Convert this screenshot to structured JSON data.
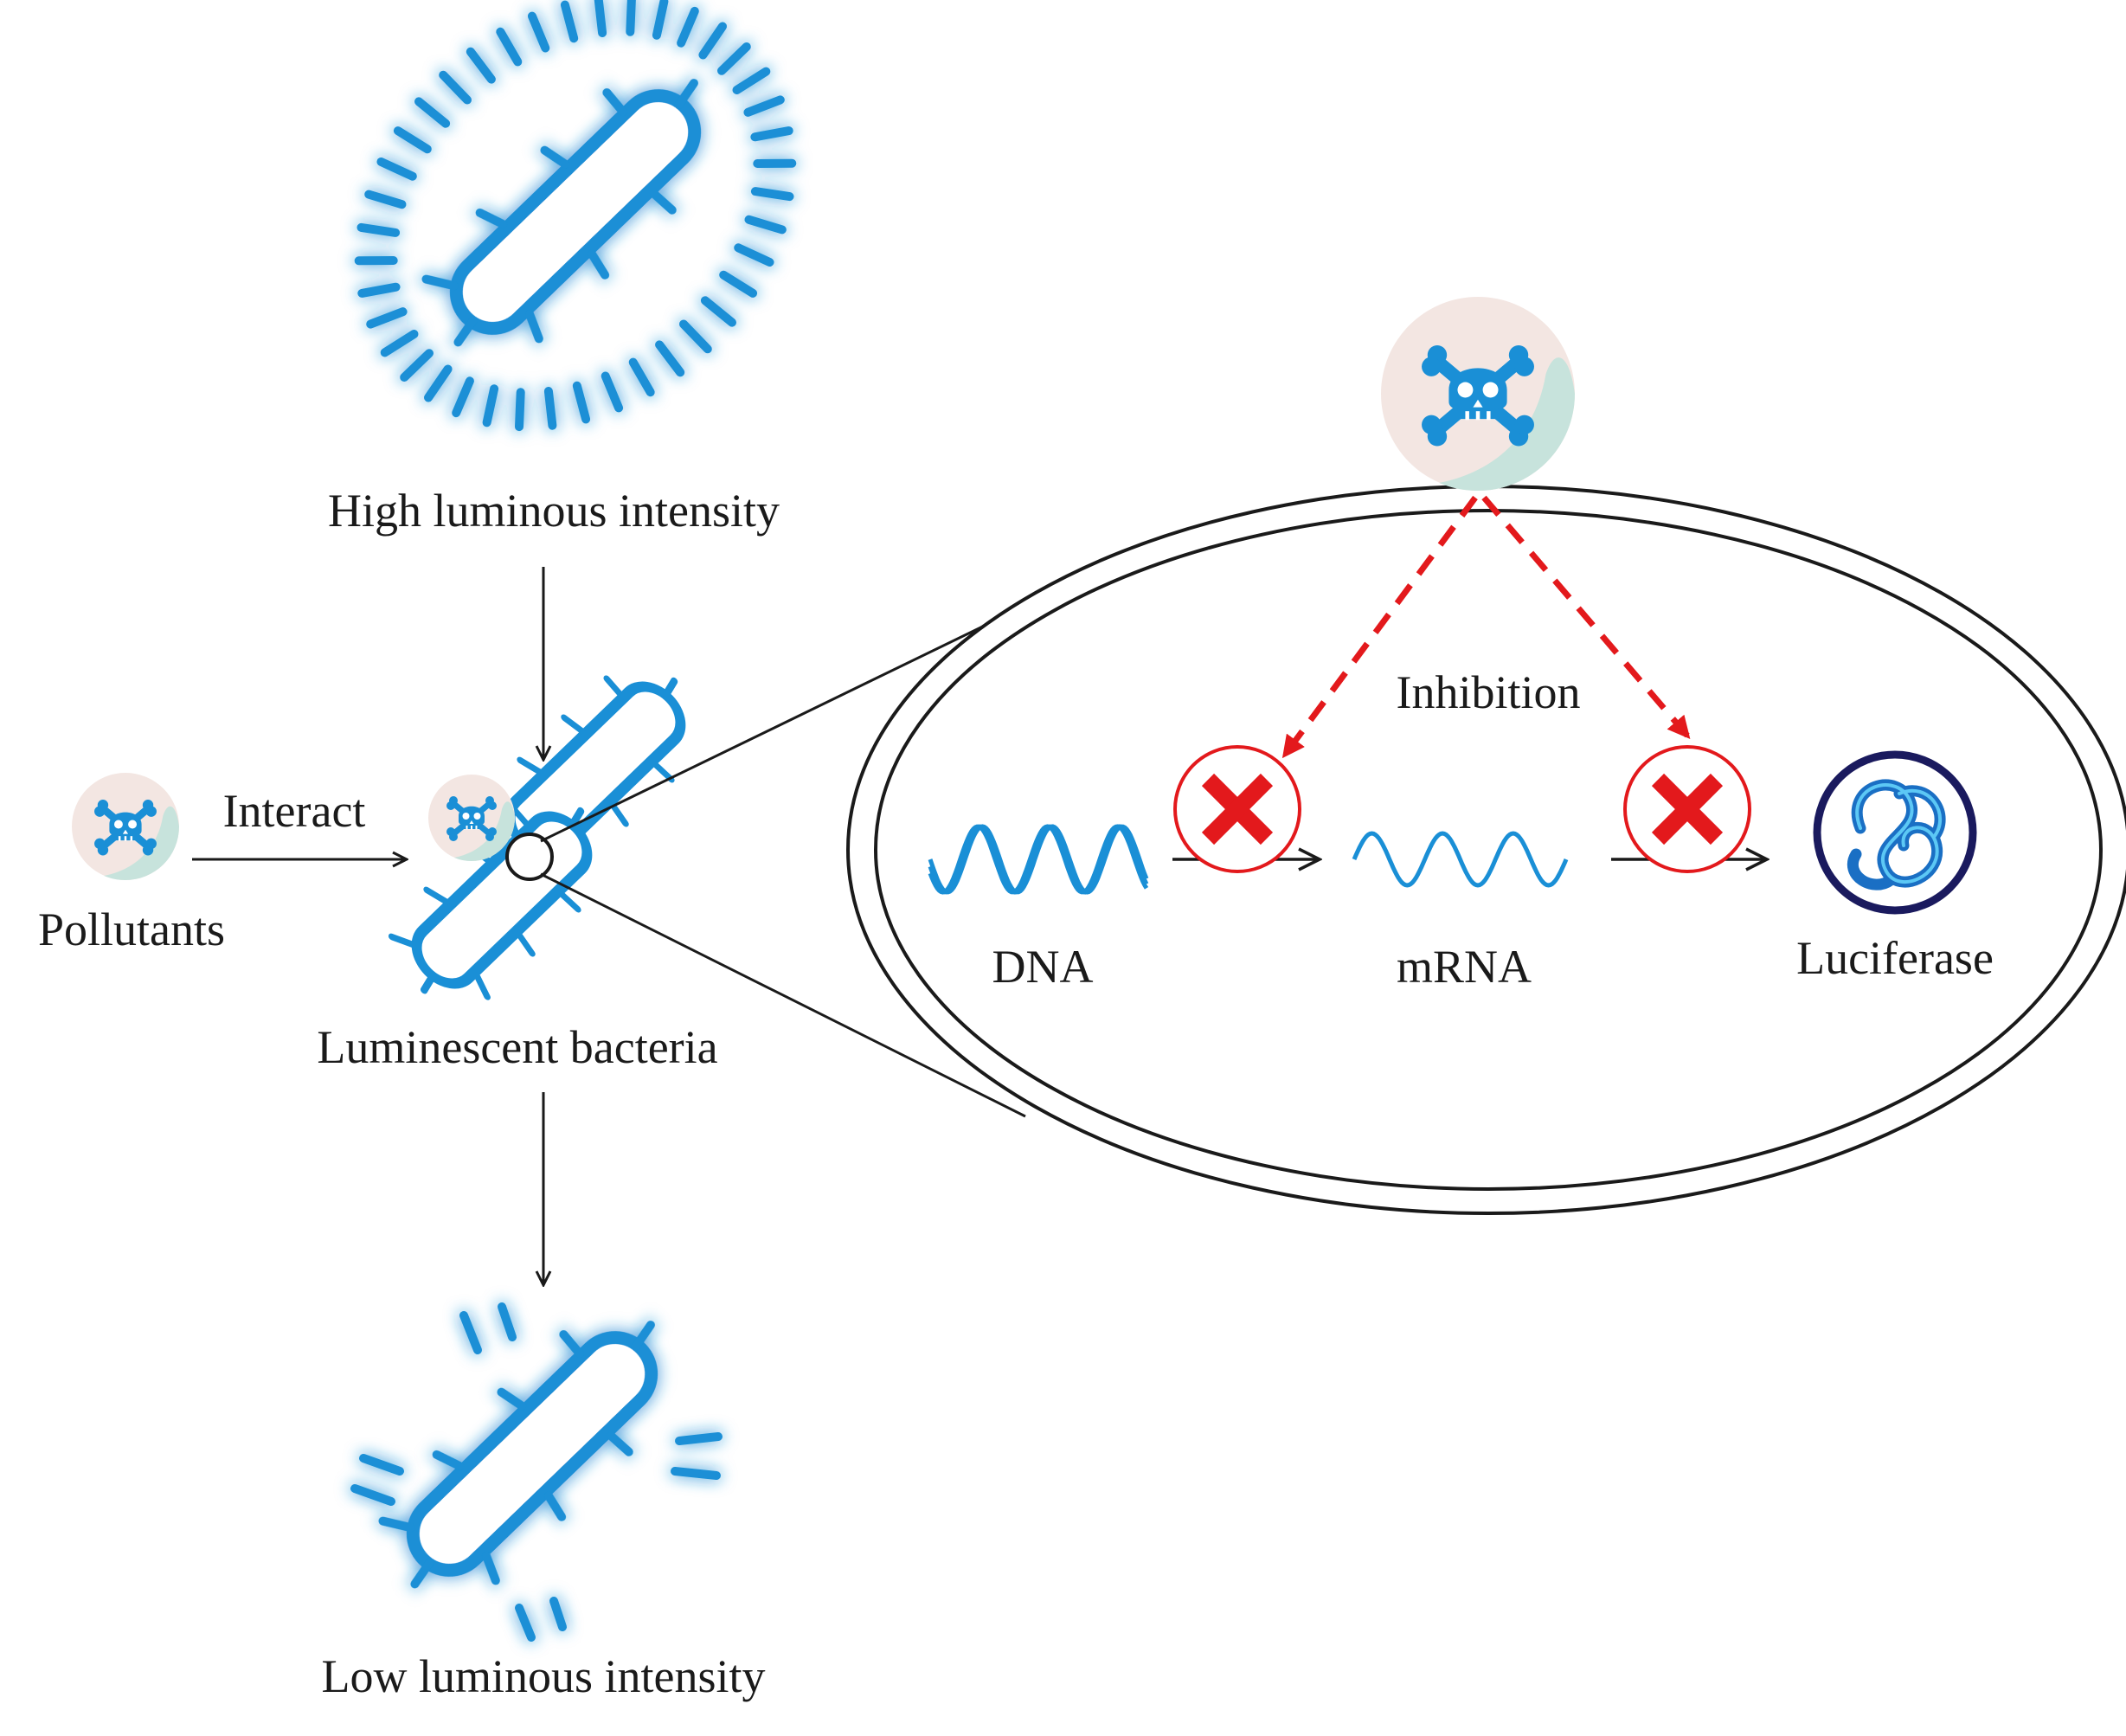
{
  "labels": {
    "high": "High luminous intensity",
    "low": "Low luminous intensity",
    "bacteria": "Luminescent bacteria",
    "pollutants": "Pollutants",
    "interact": "Interact",
    "inhibition": "Inhibition",
    "dna": "DNA",
    "mrna": "mRNA",
    "luciferase": "Luciferase"
  },
  "colors": {
    "bacteria_blue": "#1a8fd6",
    "glow": "#5cc8f5",
    "inhibition_red": "#e3191c",
    "skull_bg_teal": "#c7e3dc",
    "skull_bg_pink": "#f3e6e2",
    "luciferase_ring": "#1a1a5e",
    "text": "#1a1a1a"
  },
  "icons": [
    "skull-crossbones-icon",
    "bacterium-icon",
    "x-mark-icon",
    "dna-helix-icon",
    "mrna-wave-icon",
    "luciferase-protein-icon"
  ]
}
